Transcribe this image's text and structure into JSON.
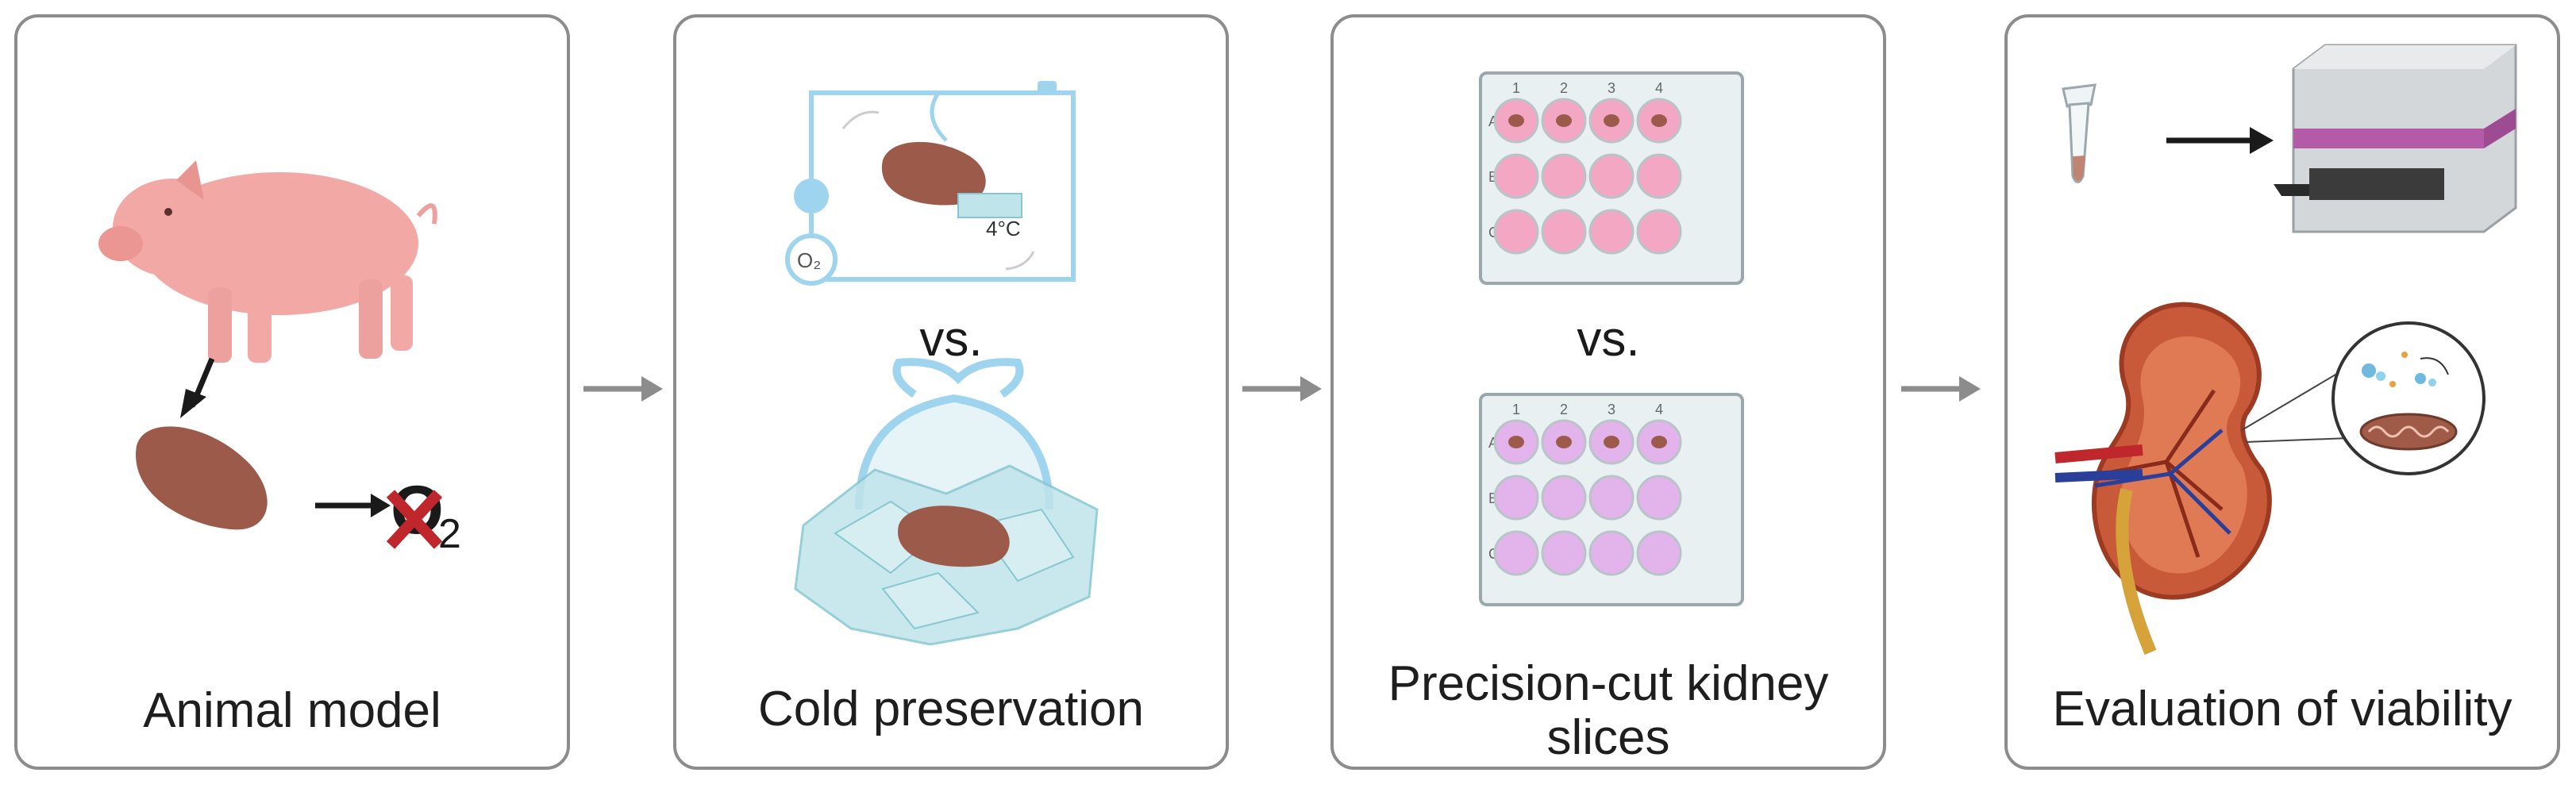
{
  "panels": [
    {
      "caption": "Animal model",
      "o2_label": "O",
      "o2_sub": "2"
    },
    {
      "caption": "Cold preservation",
      "vs_label": "vs.",
      "temp_label": "4°C",
      "o2_circle_label": "O₂"
    },
    {
      "caption_line1": "Precision-cut kidney",
      "caption_line2": "slices",
      "vs_label": "vs.",
      "plate_columns": [
        "1",
        "2",
        "3",
        "4"
      ],
      "plate_rows": [
        "A",
        "B",
        "C"
      ]
    },
    {
      "caption": "Evaluation of viability"
    }
  ],
  "colors": {
    "panel_border": "#8c8c8c",
    "pig": "#f2a9a6",
    "kidney": "#9c5a4a",
    "pump_circuit": "#9fd4ef",
    "ice": "#bfe4ea",
    "well_pink": "#f4a7c2",
    "well_lilac": "#e3b4ec",
    "arrow_gray": "#8c8c8c",
    "cross_red": "#c0272d"
  }
}
